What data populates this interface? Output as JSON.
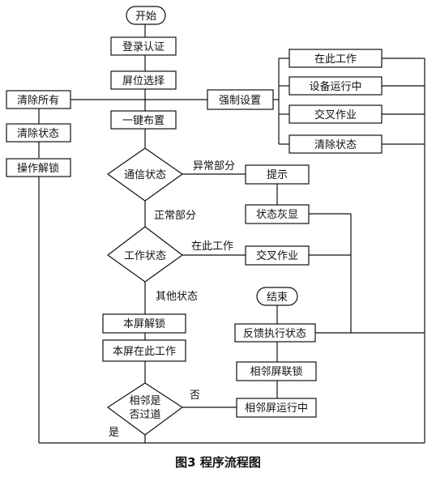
{
  "nodes": {
    "start": "开始",
    "login": "登录认证",
    "screen_select": "屏位选择",
    "one_key": "一键布置",
    "force_set": "强制设置",
    "clear_all": "清除所有",
    "clear_status_left": "清除状态",
    "op_unlock": "操作解锁",
    "at_work": "在此工作",
    "device_running": "设备运行中",
    "cross_op_right": "交叉作业",
    "clear_status_right": "清除状态",
    "comm_status": "通信状态",
    "prompt": "提示",
    "status_gray": "状态灰显",
    "work_status": "工作状态",
    "cross_op_mid": "交叉作业",
    "end": "结束",
    "screen_unlock": "本屏解锁",
    "screen_at_work": "本屏在此工作",
    "feedback_status": "反馈执行状态",
    "adjacent_lock": "相邻屏联锁",
    "adjacent_passage_1": "相邻是",
    "adjacent_passage_2": "否过道",
    "adjacent_running": "相邻屏运行中"
  },
  "edges": {
    "abnormal_part": "异常部分",
    "normal_part": "正常部分",
    "at_work_label": "在此工作",
    "other_status": "其他状态",
    "no": "否",
    "yes": "是"
  },
  "caption": "图3  程序流程图"
}
